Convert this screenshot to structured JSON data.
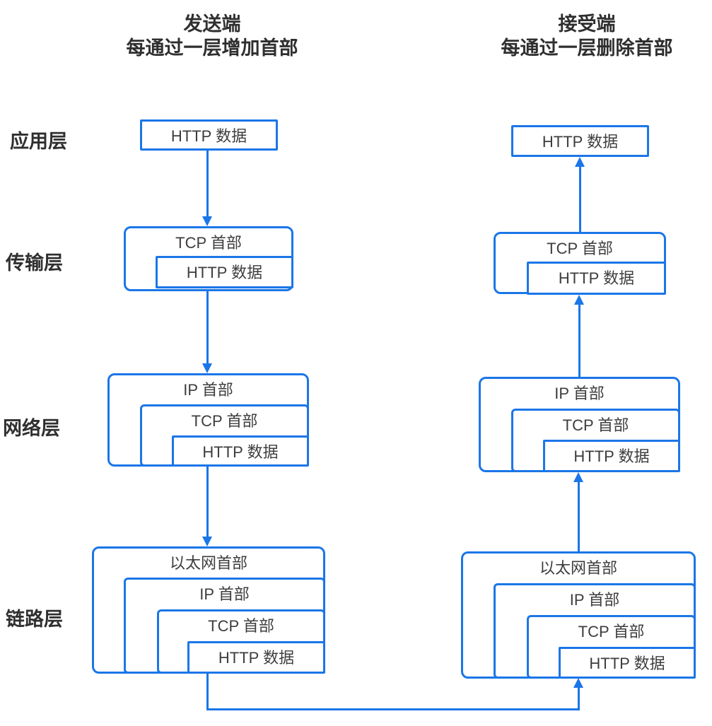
{
  "sender": {
    "title": "发送端",
    "subtitle": "每通过一层增加首部"
  },
  "receiver": {
    "title": "接受端",
    "subtitle": "每通过一层删除首部"
  },
  "layers": {
    "application": "应用层",
    "transport": "传输层",
    "network": "网络层",
    "link": "链路层"
  },
  "labels": {
    "http": "HTTP 数据",
    "tcp": "TCP 首部",
    "ip": "IP 首部",
    "ethernet": "以太网首部"
  },
  "colors": {
    "line": "#1B76E8",
    "box_text": "#3D3D3D",
    "heading_text": "#2F2F2F",
    "background": "#FFFFFF"
  }
}
